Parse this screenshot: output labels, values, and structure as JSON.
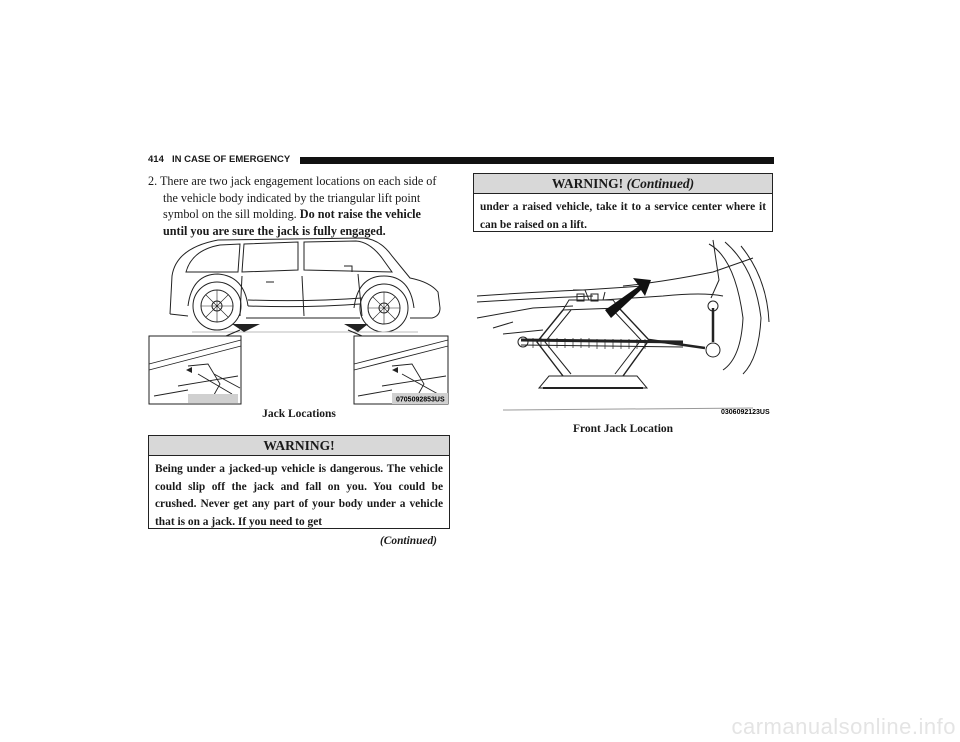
{
  "header": {
    "page_number": "414",
    "section_title": "IN CASE OF EMERGENCY"
  },
  "step": {
    "number": "2.",
    "line1": "There are two jack engagement locations on each side of",
    "line2": "the vehicle body indicated by the triangular lift point",
    "line3_plain": "symbol on the sill molding.",
    "line3_bold": "Do not raise the vehicle",
    "line4_bold": "until you are sure the jack is fully engaged."
  },
  "figure_left": {
    "code": "0705092853US",
    "caption": "Jack Locations"
  },
  "warning_left": {
    "title": "WARNING!",
    "body": "Being under a jacked-up vehicle is dangerous. The vehicle could slip off the jack and fall on you. You could be crushed. Never get any part of your body under a vehicle that is on a jack. If you need to get"
  },
  "continued_label": "(Continued)",
  "warning_right": {
    "title": "WARNING!",
    "title_cont": "(Continued)",
    "body": "under a raised vehicle, take it to a service center where it can be raised on a lift."
  },
  "figure_right": {
    "code": "0306092123US",
    "caption": "Front Jack Location"
  },
  "watermark": "carmanualsonline.info"
}
